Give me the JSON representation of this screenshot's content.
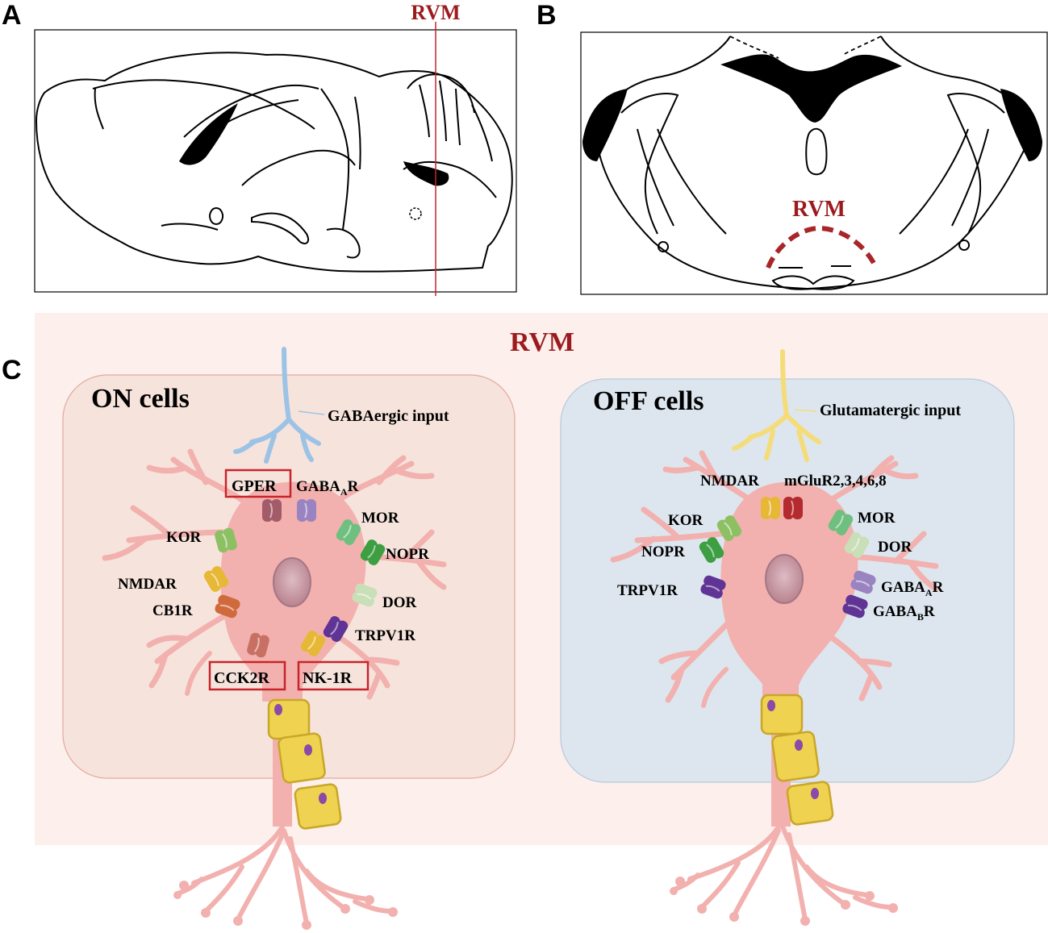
{
  "panel_a": {
    "letter": "A",
    "rvm_label": "RVM"
  },
  "panel_b": {
    "letter": "B",
    "rvm_label": "RVM"
  },
  "panel_c": {
    "letter": "C",
    "region_label": "RVM",
    "on_cells": {
      "title": "ON cells",
      "input_label": "GABAergic input",
      "receptors": {
        "gper": "GPER",
        "gabaa_main": "GABA",
        "gabaa_sub": "A",
        "gabaa_tail": "R",
        "kor": "KOR",
        "mor": "MOR",
        "nopr": "NOPR",
        "nmdar": "NMDAR",
        "cb1r": "CB1R",
        "dor": "DOR",
        "trpv1r": "TRPV1R",
        "cck2r": "CCK2R",
        "nk1r": "NK-1R"
      }
    },
    "off_cells": {
      "title": "OFF cells",
      "input_label": "Glutamatergic input",
      "receptors": {
        "nmdar": "NMDAR",
        "mglur": "mGluR2,3,4,6,8",
        "kor": "KOR",
        "mor": "MOR",
        "nopr": "NOPR",
        "dor": "DOR",
        "trpv1r": "TRPV1R",
        "gabaa_main": "GABA",
        "gabaa_sub": "A",
        "gabaa_tail": "R",
        "gabab_main": "GABA",
        "gabab_sub": "B",
        "gabab_tail": "R"
      }
    }
  },
  "colors": {
    "rvm_red": "#9b1b1e",
    "box_red": "#c8242b",
    "panel_c_bg": "#fcefec",
    "on_bg": "#f6e4dc",
    "off_bg": "#dde6ef",
    "neuron": "#f2b1ae",
    "myelin": "#efd24f",
    "gabaergic": "#9cc3e6",
    "glutamatergic": "#f5dc7a"
  }
}
